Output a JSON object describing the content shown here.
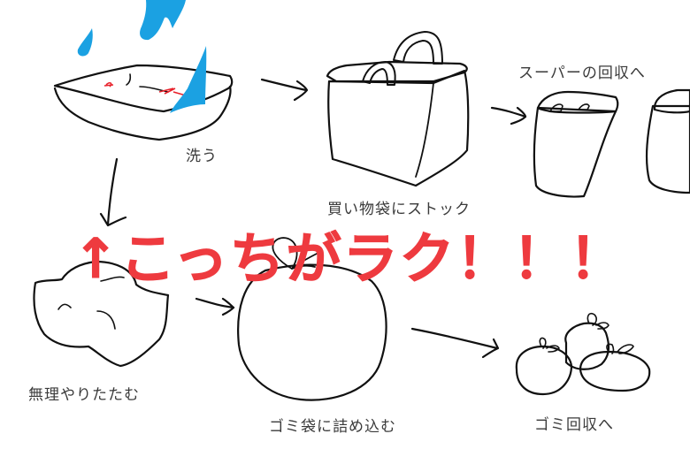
{
  "diagram": {
    "type": "flow-illustration",
    "headline": "↑こっちがラク！！！",
    "headline_color": "#ee3a3f",
    "steps": [
      {
        "id": "wash",
        "label": "洗う",
        "icon": "food-tray-with-water"
      },
      {
        "id": "stock",
        "label": "買い物袋にストック",
        "icon": "shopping-bag"
      },
      {
        "id": "supermarket",
        "label": "スーパーの回収へ",
        "icon": "recycling-bins"
      },
      {
        "id": "fold",
        "label": "無理やりたたむ",
        "icon": "crumpled-tray"
      },
      {
        "id": "bag",
        "label": "ゴミ袋に詰め込む",
        "icon": "garbage-bag"
      },
      {
        "id": "garbage",
        "label": "ゴミ回収へ",
        "icon": "garbage-bag-pile"
      }
    ],
    "edges": [
      {
        "from": "wash",
        "to": "stock"
      },
      {
        "from": "stock",
        "to": "supermarket"
      },
      {
        "from": "wash",
        "to": "fold"
      },
      {
        "from": "fold",
        "to": "bag"
      },
      {
        "from": "bag",
        "to": "garbage"
      }
    ],
    "colors": {
      "water": "#1ba1e2",
      "bag_body": "#f1e4b3",
      "bag_inside": "#b8704a",
      "bin_body": "#c0c0c0",
      "bin_top": "#7d7d7d",
      "garbage_bag": "#e8e8e8",
      "tray_marks": "#e8202a"
    }
  }
}
